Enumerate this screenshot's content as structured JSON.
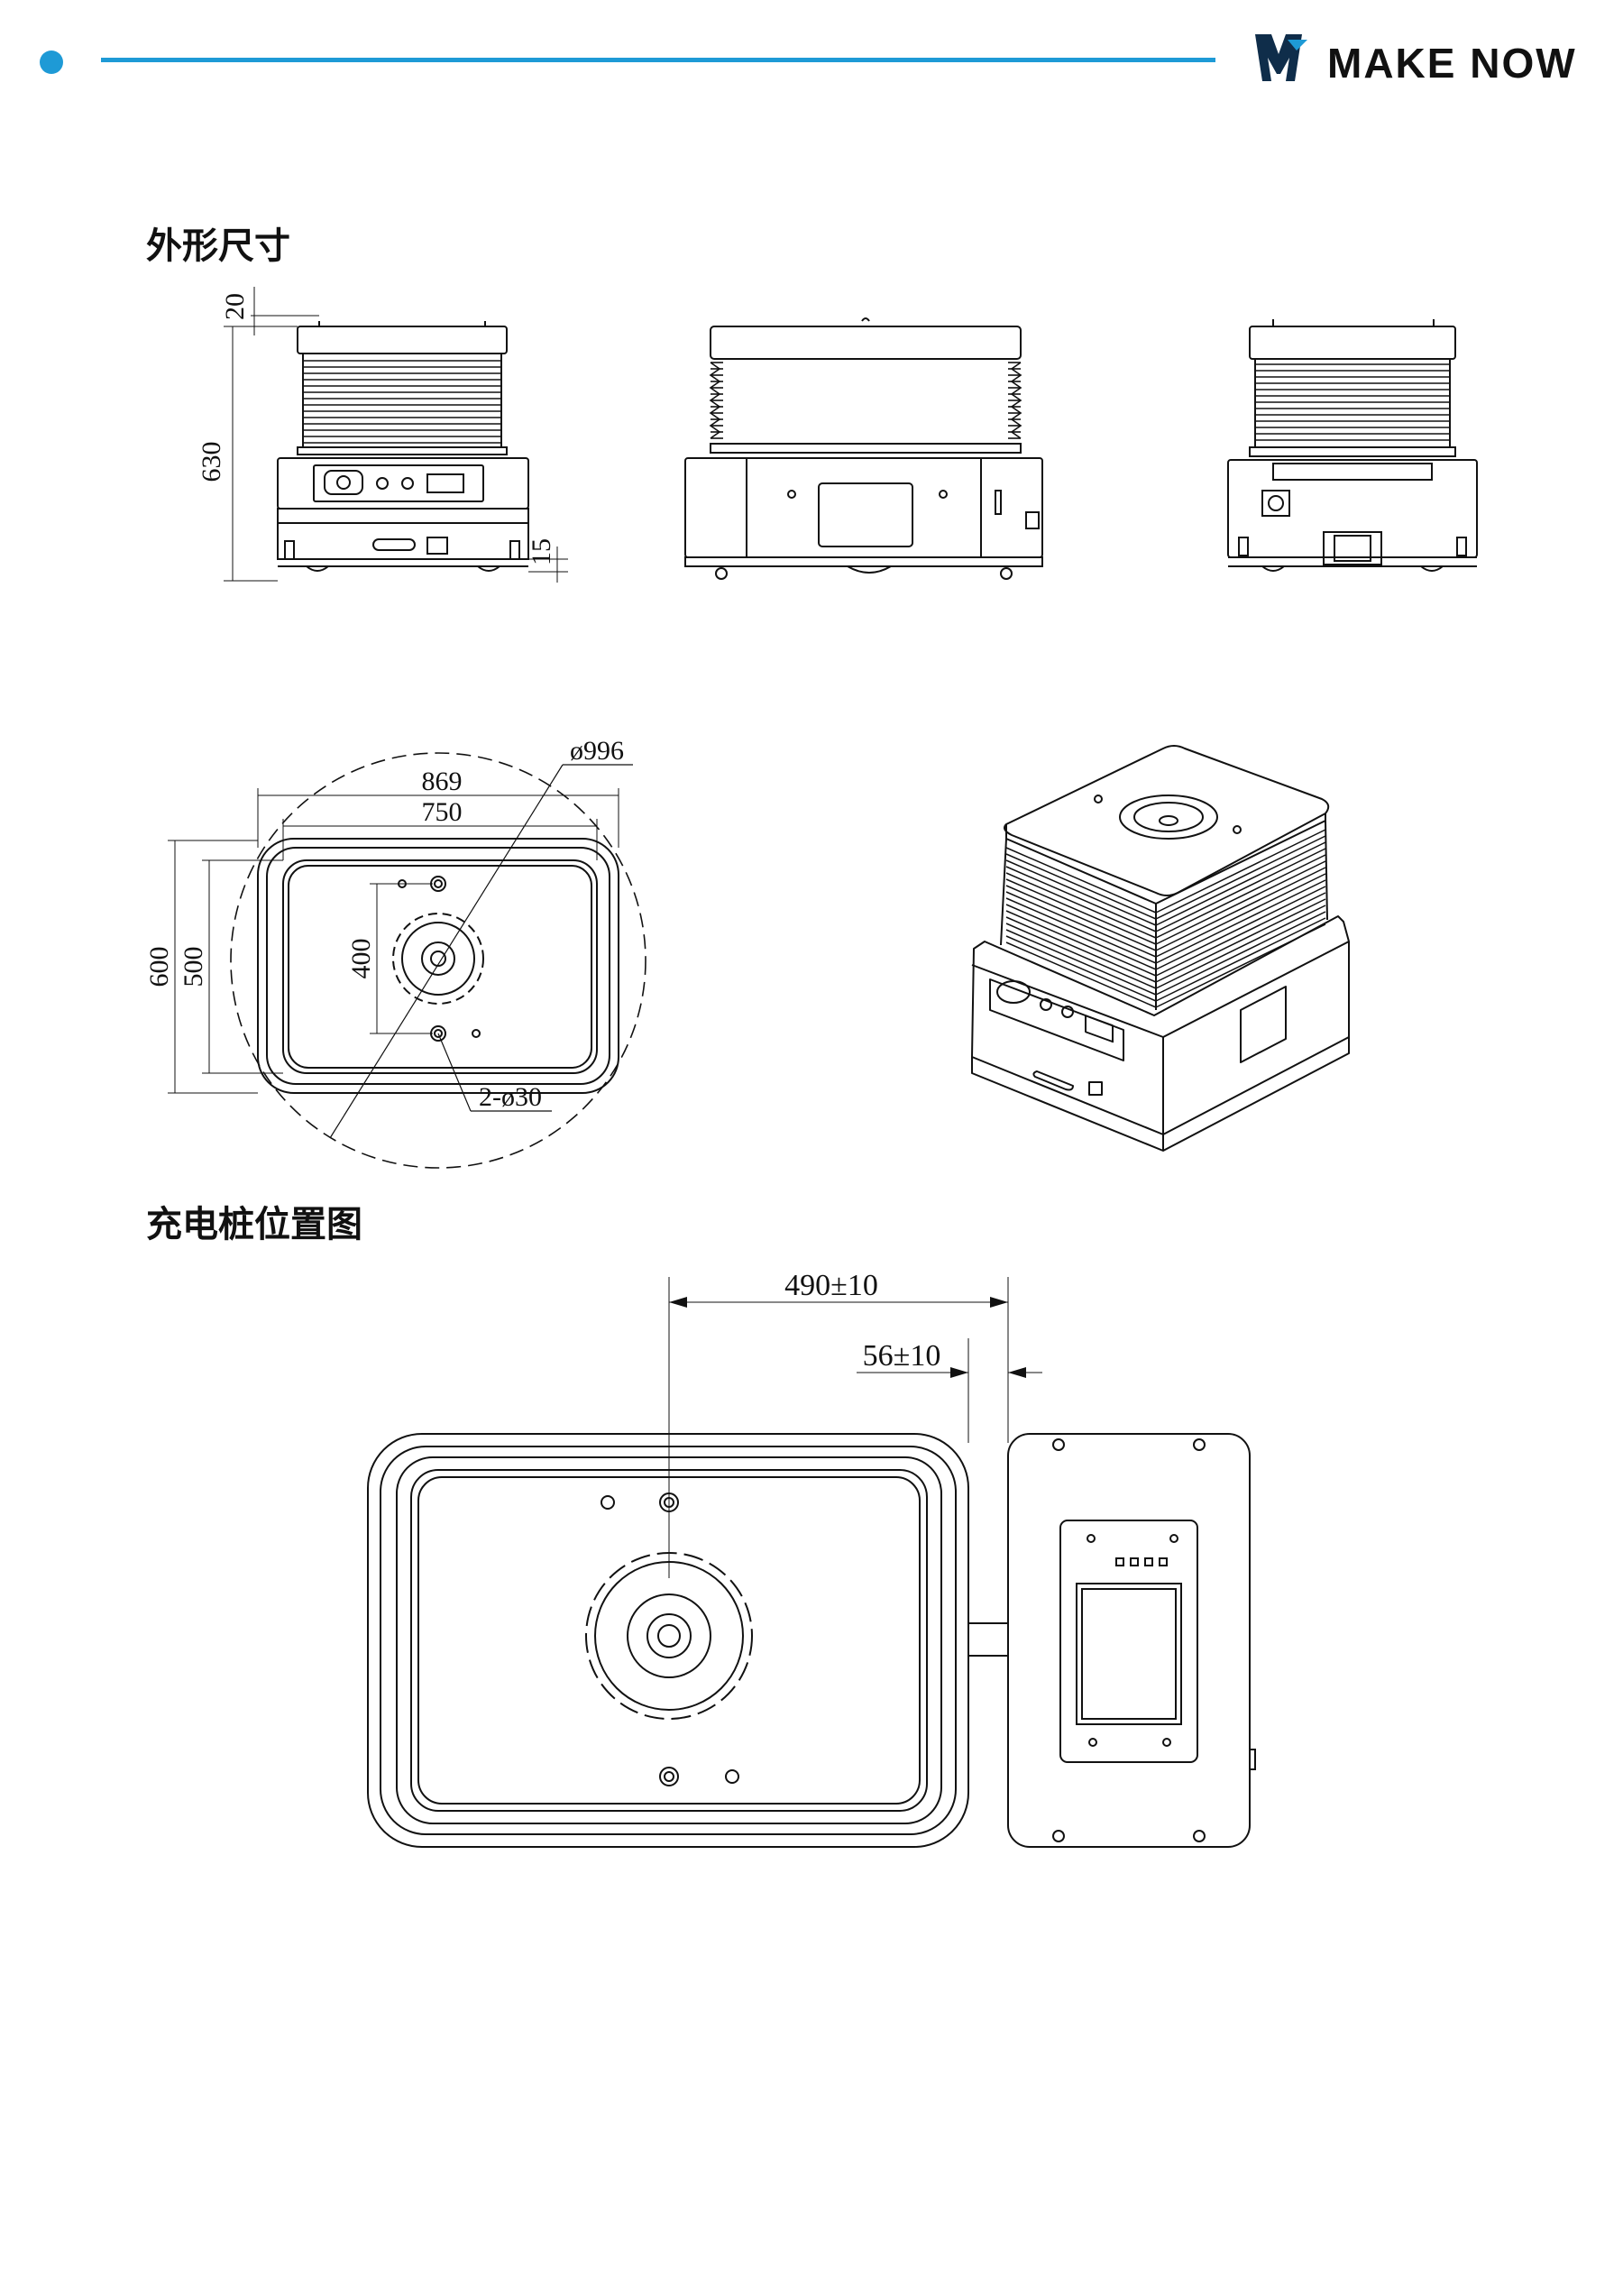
{
  "header": {
    "brand": "MAKE NOW",
    "accent_color": "#1e9ad6"
  },
  "sections": {
    "dimensions_title": "外形尺寸",
    "charging_title": "充电桩位置图"
  },
  "dimensions_labels": {
    "height_total": "630",
    "top_gap": "20",
    "ground_clearance": "15",
    "width_outer": "869",
    "width_inner": "750",
    "diameter": "ø996",
    "length_outer": "600",
    "length_inner": "500",
    "hole_spacing": "400",
    "holes": "2-ø30"
  },
  "charging_labels": {
    "distance_center": "490±10",
    "distance_gap": "56±10"
  }
}
